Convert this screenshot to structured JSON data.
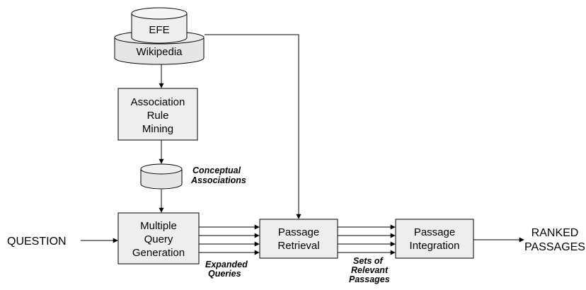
{
  "nodes": {
    "efe": {
      "label": "EFE"
    },
    "wikipedia": {
      "label": "Wikipedia"
    },
    "association_rule_mining": {
      "lines": [
        "Association",
        "Rule",
        "Mining"
      ]
    },
    "conceptual_associations": {
      "lines": [
        "Conceptual",
        "Associations"
      ]
    },
    "multiple_query_generation": {
      "lines": [
        "Multiple",
        "Query",
        "Generation"
      ]
    },
    "passage_retrieval": {
      "lines": [
        "Passage",
        "Retrieval"
      ]
    },
    "passage_integration": {
      "lines": [
        "Passage",
        "Integration"
      ]
    }
  },
  "inputs": {
    "question": "QUESTION"
  },
  "outputs": {
    "ranked_passages": [
      "RANKED",
      "PASSAGES"
    ]
  },
  "edge_labels": {
    "expanded_queries": [
      "Expanded",
      "Queries"
    ],
    "sets_of_relevant_passages": [
      "Sets of",
      "Relevant",
      "Passages"
    ]
  },
  "colors": {
    "box_fill": "#eeeeee",
    "stroke": "#000000",
    "cylinder_top": "#f5f5f5",
    "cylinder_body": "#e6e6e6"
  }
}
